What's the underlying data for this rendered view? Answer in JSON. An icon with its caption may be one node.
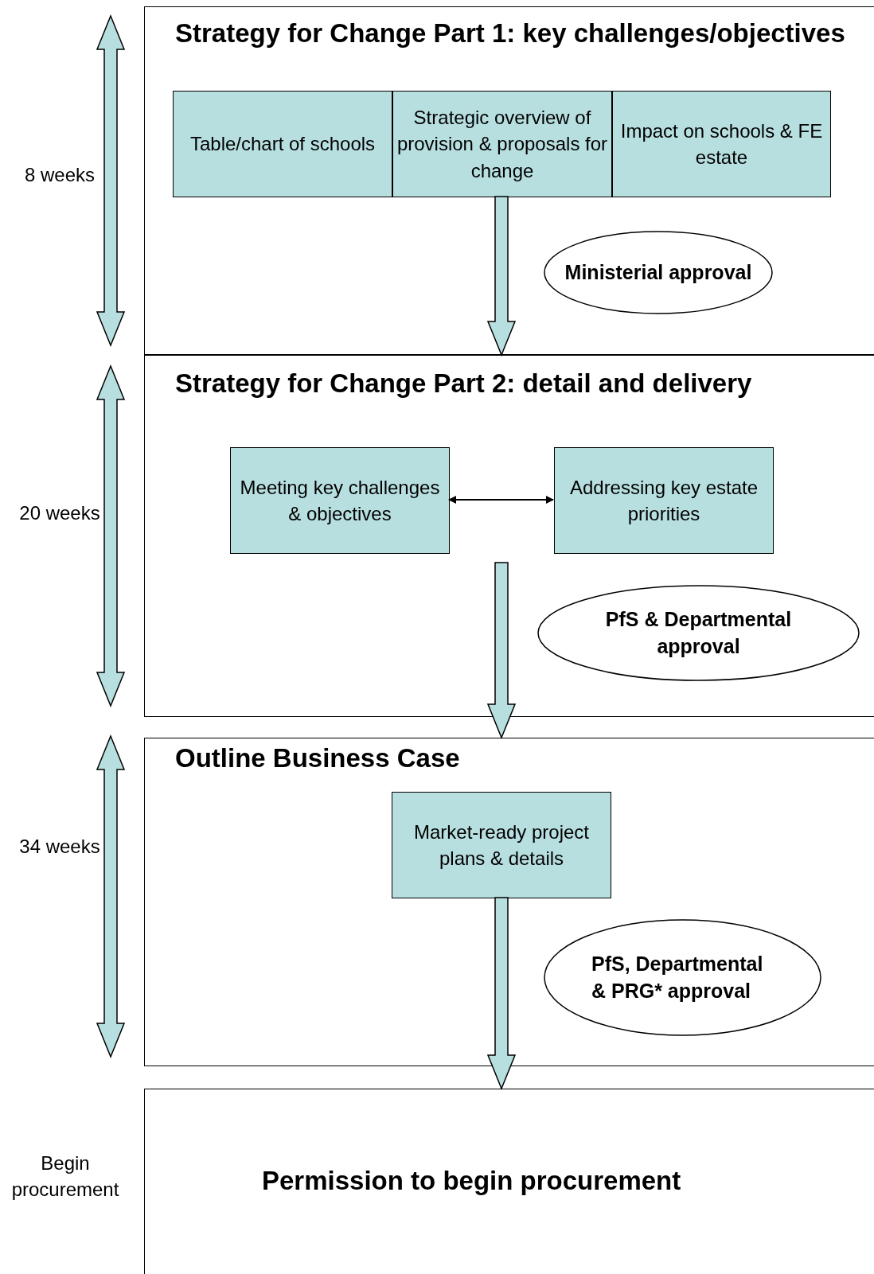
{
  "diagram": {
    "nodes": [
      {
        "text": [
          "Strategy for Change Part 1: key challenges/objectives"
        ],
        "beside": [
          "8 weeks"
        ]
      },
      {
        "text": [
          "Table/chart of schools"
        ],
        "in": 0
      },
      {
        "text": [
          "Strategic overview of provision & proposals for change"
        ],
        "in": 0
      },
      {
        "text": [
          "Impact on schools & FE estate"
        ],
        "in": 0
      },
      {
        "text": [
          "Ministerial approval"
        ],
        "in": 0
      },
      {
        "text": [
          "Strategy for Change Part 2: detail and delivery"
        ],
        "beside": [
          "20 weeks"
        ]
      },
      {
        "text": [
          "Meeting key challenges & objectives"
        ],
        "in": 5
      },
      {
        "text": [
          "Addressing key estate priorities"
        ],
        "in": 5
      },
      {
        "text": [
          "PfS & Departmental approval"
        ],
        "in": 5
      },
      {
        "text": [
          "Outline Business Case"
        ],
        "beside": [
          "34 weeks"
        ]
      },
      {
        "text": [
          "Market-ready project plans & details"
        ],
        "in": 9
      },
      {
        "text": [
          "PfS, Departmental & PRG* approval"
        ],
        "in": 9
      },
      {
        "text": [
          "Permission to begin procurement"
        ],
        "beside": [
          "Begin procurement"
        ]
      }
    ],
    "edges": [
      {
        "from": 2,
        "to": 5,
        "arrow": "to",
        "style": "thick"
      },
      {
        "from": 6,
        "to": 7,
        "arrow": "both"
      },
      {
        "from": null,
        "to": 9,
        "arrow": "to",
        "style": "thick"
      },
      {
        "from": 10,
        "to": 12,
        "arrow": "to",
        "style": "thick"
      }
    ]
  }
}
